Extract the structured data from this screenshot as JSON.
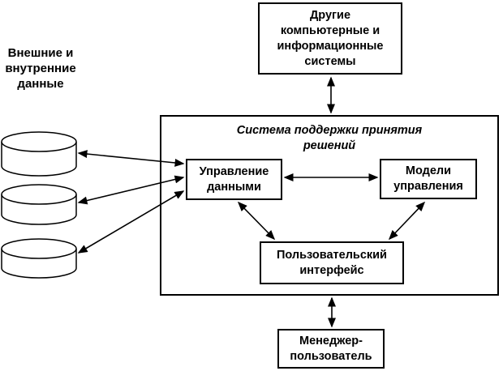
{
  "diagram": {
    "title": "Система поддержки принятия\nрешений",
    "external_data_label": "Внешние и\nвнутренние\nданные",
    "other_systems_box": "Другие\nкомпьютерные и\nинформационные\nсистемы",
    "data_management_box": "Управление\nданными",
    "models_box": "Модели\nуправления",
    "user_interface_box": "Пользовательский\nинтерфейс",
    "manager_user_box": "Менеджер-\nпользователь",
    "colors": {
      "line": "#000000",
      "background": "#ffffff"
    }
  }
}
